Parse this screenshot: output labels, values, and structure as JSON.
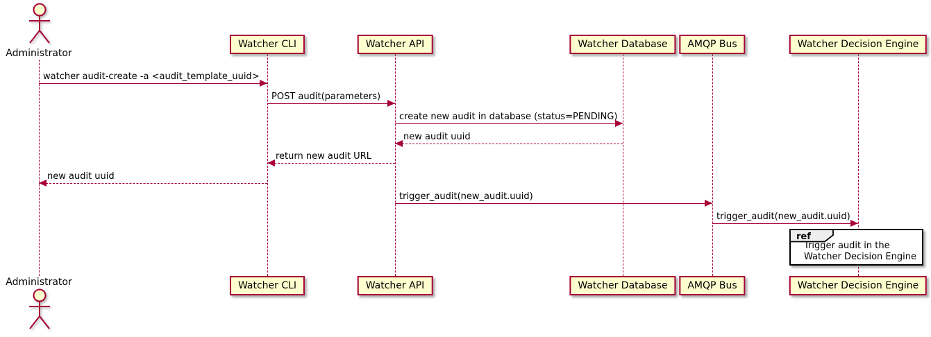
{
  "diagram_type": "sequence",
  "colors": {
    "participant_fill": "#FEFECE",
    "accent_line": "#A80036",
    "text": "#000000",
    "ref_tab_fill": "#EEEEEE",
    "ref_border": "#000000",
    "background": "#FFFFFF"
  },
  "actor": {
    "label": "Administrator"
  },
  "participants": [
    {
      "label": "Watcher CLI"
    },
    {
      "label": "Watcher API"
    },
    {
      "label": "Watcher Database"
    },
    {
      "label": "AMQP Bus"
    },
    {
      "label": "Watcher Decision Engine"
    }
  ],
  "messages": [
    {
      "from": "Administrator",
      "to": "Watcher CLI",
      "style": "solid",
      "label": "watcher audit-create -a <audit_template_uuid>"
    },
    {
      "from": "Watcher CLI",
      "to": "Watcher API",
      "style": "solid",
      "label": "POST audit(parameters)"
    },
    {
      "from": "Watcher API",
      "to": "Watcher Database",
      "style": "solid",
      "label": "create new audit in database (status=PENDING)"
    },
    {
      "from": "Watcher Database",
      "to": "Watcher API",
      "style": "dashed-return",
      "label": "new audit uuid"
    },
    {
      "from": "Watcher API",
      "to": "Watcher CLI",
      "style": "dashed-return",
      "label": "return new audit URL"
    },
    {
      "from": "Watcher CLI",
      "to": "Administrator",
      "style": "dashed-return",
      "label": "new audit uuid"
    },
    {
      "from": "Watcher API",
      "to": "AMQP Bus",
      "style": "solid",
      "label": "trigger_audit(new_audit.uuid)"
    },
    {
      "from": "AMQP Bus",
      "to": "Watcher Decision Engine",
      "style": "solid",
      "label": "trigger_audit(new_audit.uuid)"
    }
  ],
  "ref": {
    "tag": "ref",
    "line1": "Trigger audit in the",
    "line2": "Watcher Decision Engine",
    "over": "Watcher Decision Engine"
  }
}
